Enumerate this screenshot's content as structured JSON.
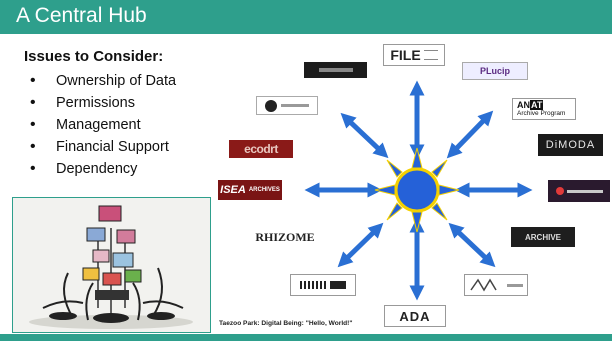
{
  "slide": {
    "title": "A Central Hub",
    "subtitle": "Issues to Consider:",
    "issues": [
      "Ownership of Data",
      "Permissions",
      "Management",
      "Financial Support",
      "Dependency"
    ],
    "caption": "Taezoo Park: Digital Being: \"Hello, World!\""
  },
  "logos": {
    "file": "FILE",
    "plucip": "PLucip",
    "an_at": "AN",
    "an_at_hi": "AT",
    "an_at_sub": "Archive Program",
    "dimoda": "DiMODA",
    "isea": "ISEA",
    "isea_sub": "ARCHIVES",
    "rhizome": "RHIZOME",
    "archive": "ARCHIVE",
    "ada": "ADA",
    "ecodrt": "ecodrt"
  },
  "colors": {
    "teal": "#2e9f8c",
    "sun_blue": "#2561d8",
    "sun_glow": "#f4d000",
    "arrow_blue": "#2a6fd3"
  }
}
